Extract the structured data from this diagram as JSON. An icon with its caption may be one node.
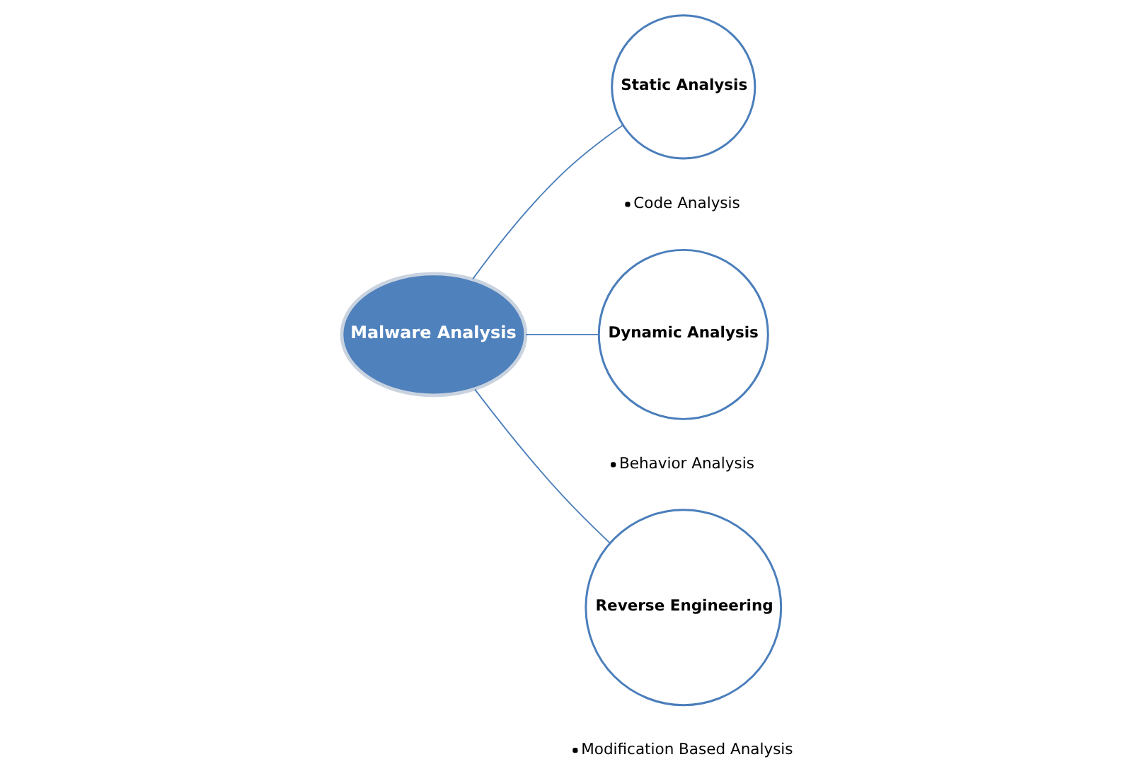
{
  "diagram": {
    "nodes": [
      {
        "text": [
          "Malware Analysis"
        ]
      },
      {
        "text": [
          "Static Analysis"
        ],
        "beside": [
          "Code Analysis"
        ]
      },
      {
        "text": [
          "Dynamic Analysis"
        ],
        "beside": [
          "Behavior Analysis"
        ]
      },
      {
        "text": [
          "Reverse Engineering"
        ],
        "beside": [
          "Modification Based Analysis"
        ]
      }
    ],
    "edges": [
      {
        "from": 0,
        "to": 1,
        "arrow": "none"
      },
      {
        "from": 0,
        "to": 2,
        "arrow": "none"
      },
      {
        "from": 0,
        "to": 3,
        "arrow": "none"
      }
    ]
  }
}
